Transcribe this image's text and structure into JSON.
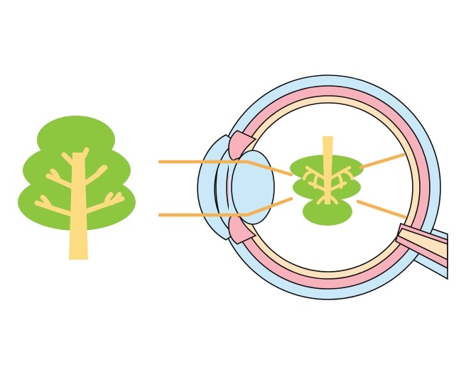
{
  "diagram": {
    "colors": {
      "background": "#ffffff",
      "outline": "#111111",
      "sclera": "#c9e8f8",
      "choroid": "#f7b2bb",
      "retina": "#fde3bd",
      "vitreous": "#ffffff",
      "cornea": "#c9e8f8",
      "lens": "#c9e8f8",
      "foliage": "#8dc63f",
      "trunk": "#fddb80",
      "light_ray": "#f7b14f"
    },
    "objects": [
      "tree-object",
      "inverted-retinal-image",
      "eyeball",
      "cornea",
      "lens",
      "iris",
      "optic-nerve",
      "light-rays"
    ]
  }
}
